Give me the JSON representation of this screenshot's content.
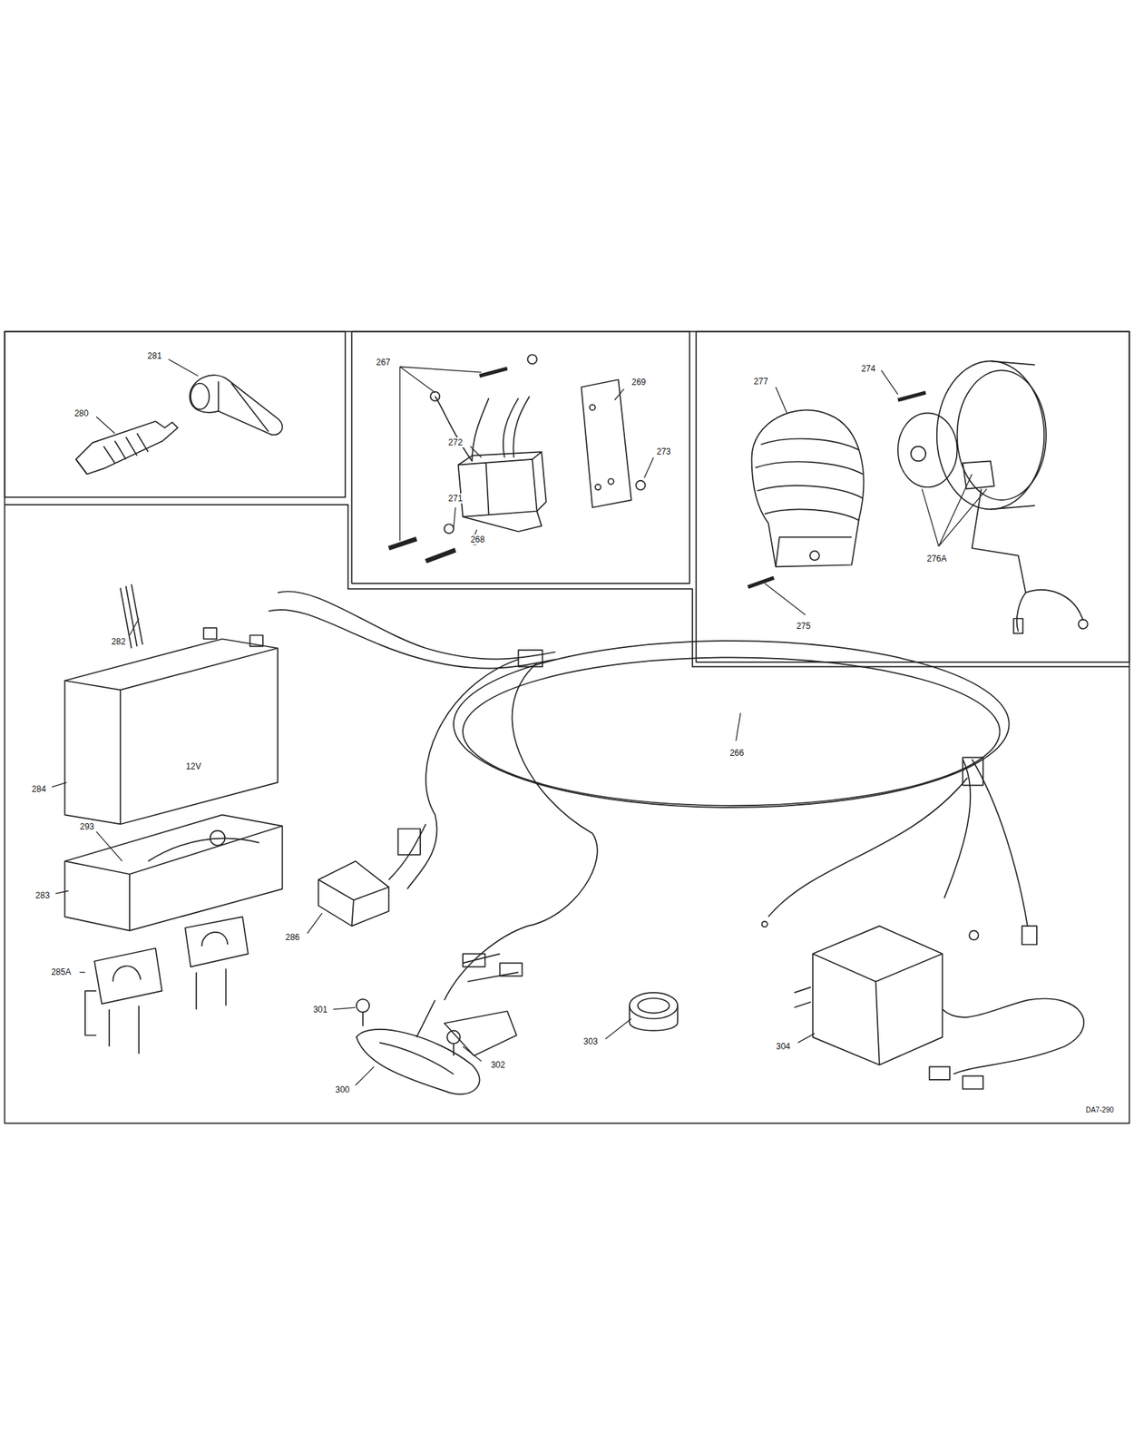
{
  "diagram": {
    "labels": [
      "281",
      "280",
      "267",
      "269",
      "272",
      "273",
      "271",
      "268",
      "277",
      "274",
      "276A",
      "275",
      "282",
      "284",
      "12V",
      "266",
      "293",
      "283",
      "285A",
      "286",
      "301",
      "303",
      "302",
      "300",
      "304",
      "DA7-290"
    ]
  }
}
